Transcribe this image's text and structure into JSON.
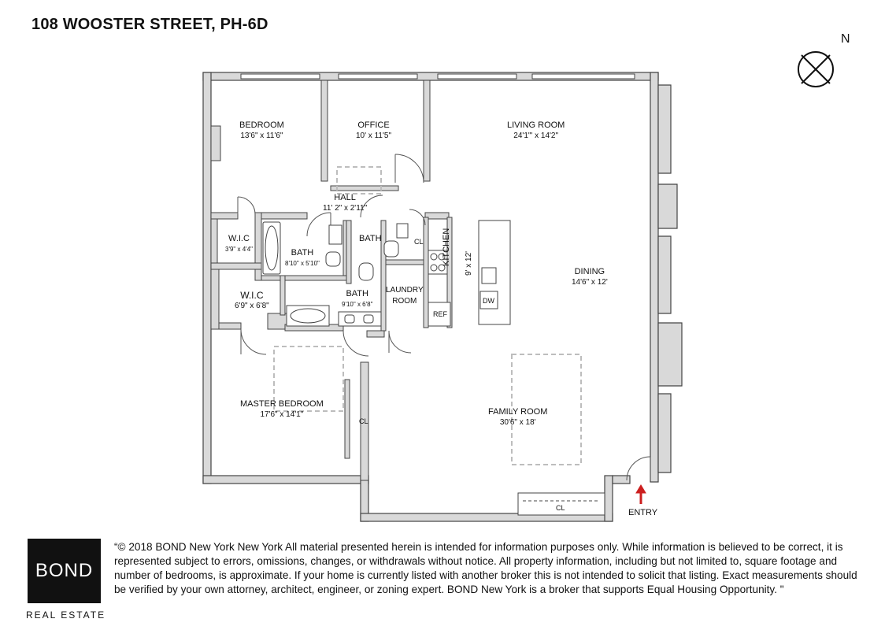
{
  "header": {
    "title": "108 WOOSTER STREET, PH-6D"
  },
  "compass": {
    "label": "N"
  },
  "rooms": {
    "bedroom": {
      "name": "BEDROOM",
      "dim": "13'6\" x 11'6\""
    },
    "office": {
      "name": "OFFICE",
      "dim": "10' x 11'5\""
    },
    "living": {
      "name": "LIVING ROOM",
      "dim": "24'1\"' x 14'2\""
    },
    "hall": {
      "name": "HALL",
      "dim": "11' 2\" x 2'11\""
    },
    "wic_small": {
      "name": "W.I.C",
      "dim": "3'9\" x 4'4\""
    },
    "bath1": {
      "name": "BATH",
      "dim": "8'10\" x 5'10\""
    },
    "bath2": {
      "name": "BATH"
    },
    "cl1": {
      "name": "CL"
    },
    "kitchen": {
      "name": "KITCHEN",
      "dim": "9' x 12'"
    },
    "dining": {
      "name": "DINING",
      "dim": "14'6\" x 12'"
    },
    "wic_large": {
      "name": "W.I.C",
      "dim": "6'9\" x 6'8\""
    },
    "bath3": {
      "name": "BATH",
      "dim": "9'10\" x 6'8\""
    },
    "laundry": {
      "name": "LAUNDRY",
      "name2": "ROOM"
    },
    "ref": {
      "name": "REF"
    },
    "dw": {
      "name": "DW"
    },
    "master": {
      "name": "MASTER BEDROOM",
      "dim": "17'6\" x 14'1\""
    },
    "cl2": {
      "name": "CL"
    },
    "family": {
      "name": "FAMILY ROOM",
      "dim": "30'6\" x 18'"
    },
    "cl3": {
      "name": "CL"
    },
    "entry": {
      "name": "ENTRY"
    }
  },
  "colors": {
    "wall_fill": "#d9d9d9",
    "wall_stroke": "#444444",
    "entry_arrow": "#cc1f1f",
    "dashed": "#bdbdbd"
  },
  "footer": {
    "logo_text": "BOND",
    "brand_sub": "REAL ESTATE",
    "disclaimer": "“© 2018 BOND New York New York All material presented herein is intended for information purposes only. While information is believed to be correct, it is represented subject to errors, omissions, changes, or withdrawals without notice. All property information, including but not limited to, square footage and number of bedrooms, is approximate. If your home is currently listed with another broker this is not intended to solicit that listing. Exact measurements should be verified by your own attorney, architect, engineer, or zoning expert. BOND New York is a broker that supports Equal Housing Opportunity. \""
  }
}
